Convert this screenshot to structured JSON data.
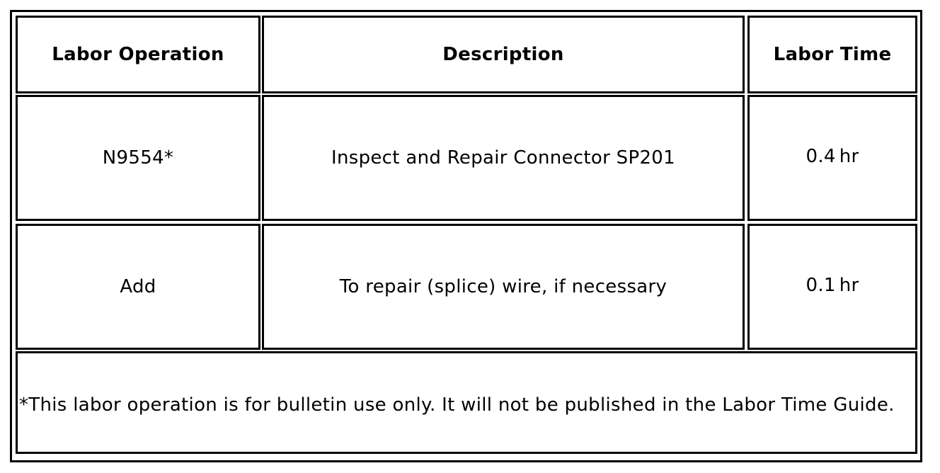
{
  "table": {
    "headers": [
      "Labor Operation",
      "Description",
      "Labor Time"
    ],
    "rows": [
      {
        "operation": "N9554*",
        "description": "Inspect and Repair Connector SP201",
        "time_value": "0.4",
        "time_unit": "hr"
      },
      {
        "operation": "Add",
        "description": "To repair (splice) wire, if necessary",
        "time_value": "0.1",
        "time_unit": "hr"
      }
    ],
    "footnote": "*This labor operation is for bulletin use only. It will not be published in the Labor Time Guide."
  }
}
